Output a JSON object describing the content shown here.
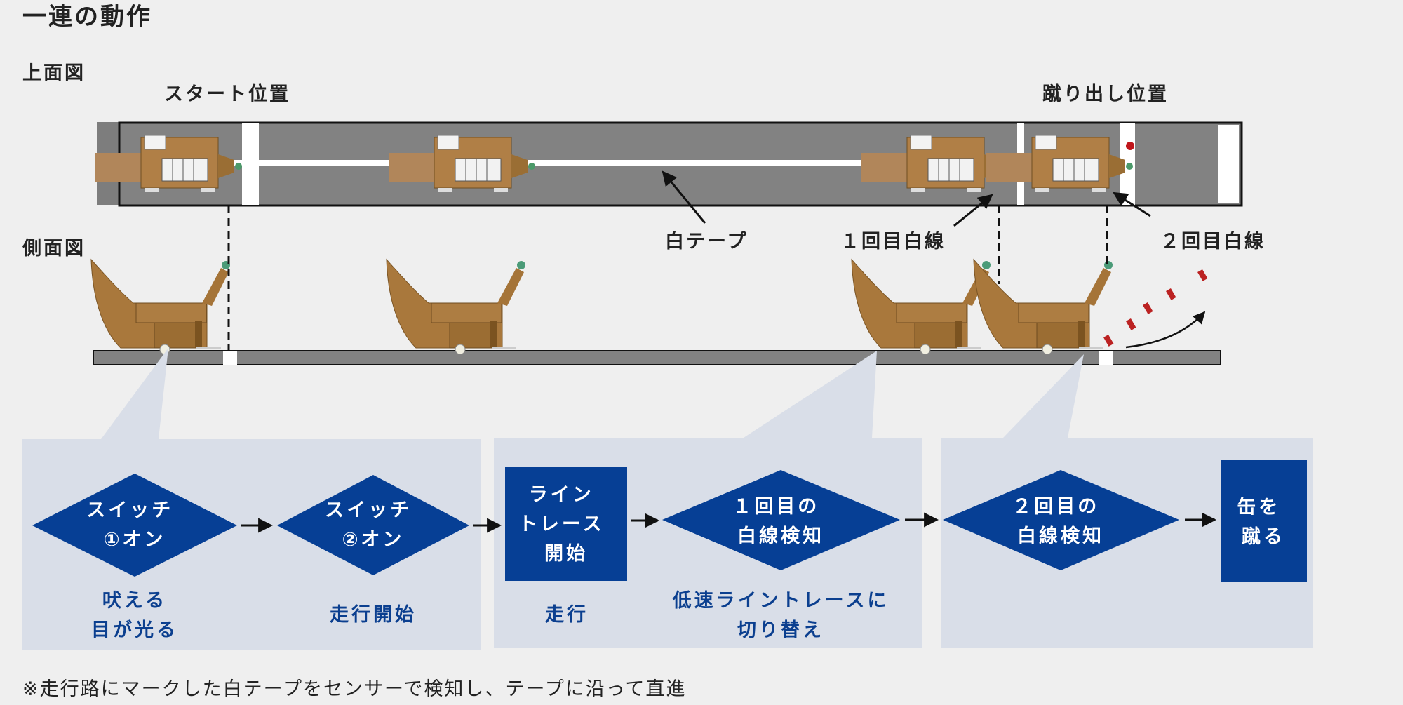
{
  "title": "一連の動作",
  "views": {
    "top": "上面図",
    "side": "側面図"
  },
  "labels": {
    "start": "スタート位置",
    "kick_pos": "蹴り出し位置",
    "white_tape": "白テープ",
    "line1": "１回目白線",
    "line2": "２回目白線"
  },
  "flow": {
    "d1": [
      "スイッチ",
      "①オン"
    ],
    "d2": [
      "スイッチ",
      "②オン"
    ],
    "b1": [
      "ライン",
      "トレース",
      "開始"
    ],
    "d3": [
      "１回目の",
      "白線検知"
    ],
    "d4": [
      "２回目の",
      "白線検知"
    ],
    "b2": [
      "缶を",
      "蹴る"
    ]
  },
  "descriptions": {
    "d1": [
      "吠える",
      "目が光る"
    ],
    "d2": "走行開始",
    "b1": "走行",
    "d3": [
      "低速ライントレースに",
      "切り替え"
    ]
  },
  "footnote": "※走行路にマークした白テープをセンサーで検知し、テープに沿って直進",
  "colors": {
    "flow_blue": "#063f95",
    "panel": "#d9dee8",
    "track": "#828282",
    "robot": "#a8783d",
    "text_blue": "#0b3f8f"
  }
}
